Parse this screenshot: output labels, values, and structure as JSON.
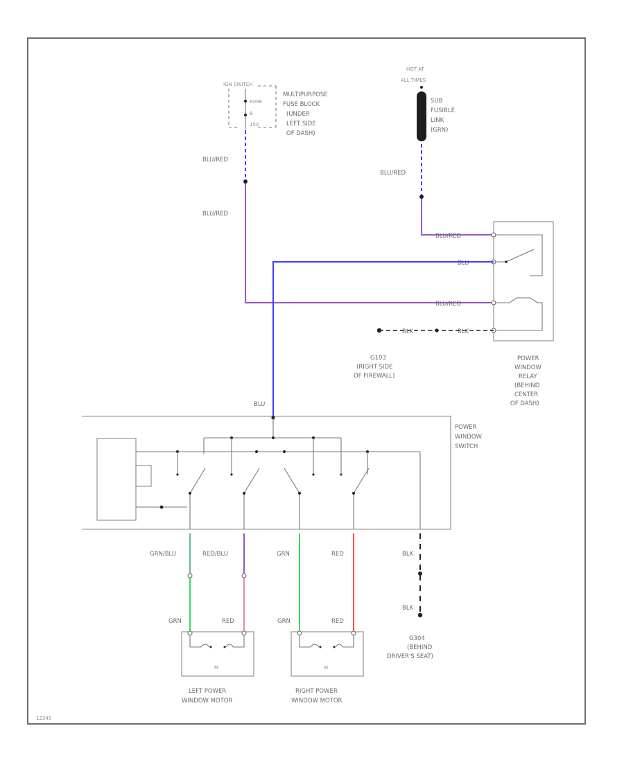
{
  "ignition": {
    "switch_label": "IGN SWITCH",
    "fuse_pos_1": "FUSE",
    "fuse_pos_2": "8",
    "fuse_pos_3": "15A",
    "fuse_block": [
      "MULTIPURPOSE",
      "FUSE BLOCK",
      "(UNDER",
      "LEFT SIDE",
      "OF DASH)"
    ],
    "wire_top": "BLU/RED",
    "wire_bottom": "BLU/RED"
  },
  "fusible_link": {
    "hot_label": [
      "HOT AT",
      "ALL TIMES"
    ],
    "name": [
      "SUB",
      "FUSIBLE",
      "LINK",
      "(GRN)"
    ],
    "wire": "BLU/RED"
  },
  "relay": {
    "wire_1": "BLU/RED",
    "wire_2": "BLU",
    "wire_3": "BLU/RED",
    "wire_4": "BLK",
    "ground_wire": "BLK",
    "ground_id": [
      "G103",
      "(RIGHT SIDE",
      "OF FIREWALL)"
    ],
    "name": [
      "POWER",
      "WINDOW",
      "RELAY",
      "(BEHIND",
      "CENTER",
      "OF DASH)"
    ]
  },
  "switch": {
    "feed_wire": "BLU",
    "name": [
      "POWER",
      "WINDOW",
      "SWITCH"
    ]
  },
  "outputs": {
    "w1_top": "GRN/BLU",
    "w2_top": "RED/BLU",
    "w3_top": "GRN",
    "w4_top": "RED",
    "w5_top": "BLK",
    "w1_bottom": "GRN",
    "w2_bottom": "RED",
    "w3_bottom": "GRN",
    "w4_bottom": "RED",
    "w5_bottom": "BLK",
    "ground_id": [
      "G304",
      "(BEHIND",
      "DRIVER'S SEAT)"
    ]
  },
  "motors": {
    "left": [
      "LEFT POWER",
      "WINDOW MOTOR"
    ],
    "right": [
      "RIGHT POWER",
      "WINDOW MOTOR"
    ],
    "symbol": "M"
  },
  "footer_code": "12345",
  "colors": {
    "blue": "#3d3dff",
    "purple": "#9b55c2",
    "pink": "#e58aa2",
    "green": "#2ee05a",
    "teal": "#5bb7a6",
    "red": "#ff4c4c",
    "black": "#222222"
  }
}
